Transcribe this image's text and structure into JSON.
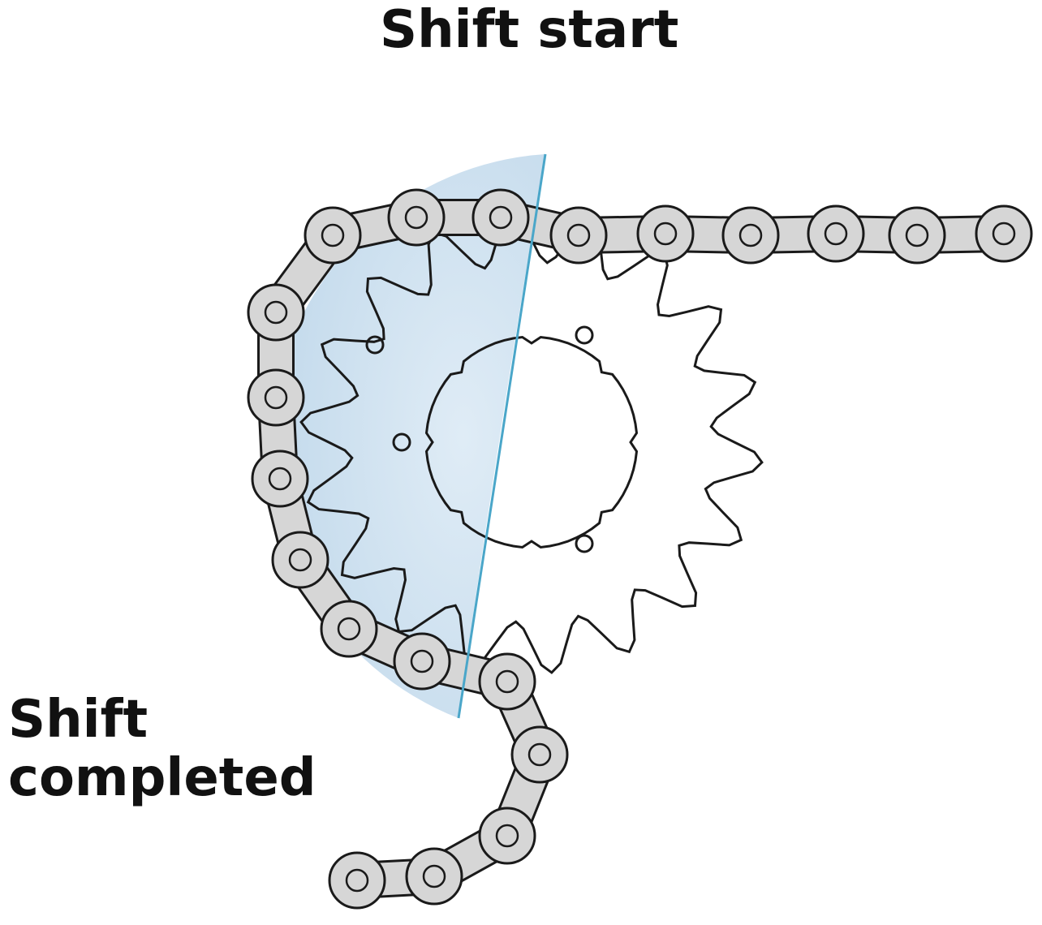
{
  "labels": {
    "shift_start": "Shift start",
    "shift_completed_line1": "Shift",
    "shift_completed_line2": "completed"
  },
  "colors": {
    "chain_fill": "#d6d6d6",
    "outline": "#1a1a1a",
    "highlight": "#bcd6ea",
    "highlight_edge": "#4aa6c9"
  }
}
